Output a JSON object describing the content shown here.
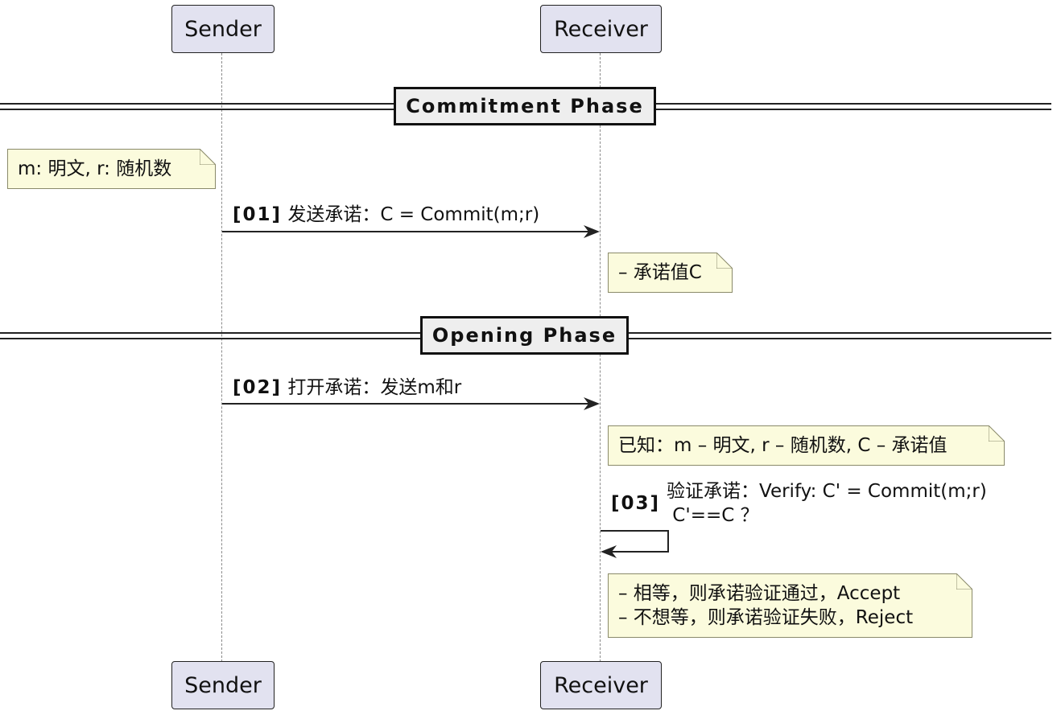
{
  "participants": {
    "sender": "Sender",
    "receiver": "Receiver"
  },
  "dividers": {
    "commitment": "Commitment Phase",
    "opening": "Opening Phase"
  },
  "notes": {
    "sender_vars": "m: 明文, r: 随机数",
    "commit_value": "– 承诺值C",
    "known": "已知：m – 明文, r – 随机数, C – 承诺值",
    "result_line1": "– 相等，则承诺验证通过，Accept",
    "result_line2": "– 不想等，则承诺验证失败，Reject"
  },
  "messages": [
    {
      "number": "[01]",
      "text": "发送承诺：C = Commit(m;r)"
    },
    {
      "number": "[02]",
      "text": "打开承诺：发送m和r"
    },
    {
      "number": "[03]",
      "text_line1": "验证承诺：Verify: C' = Commit(m;r)",
      "text_line2": " C'==C ？"
    }
  ]
}
